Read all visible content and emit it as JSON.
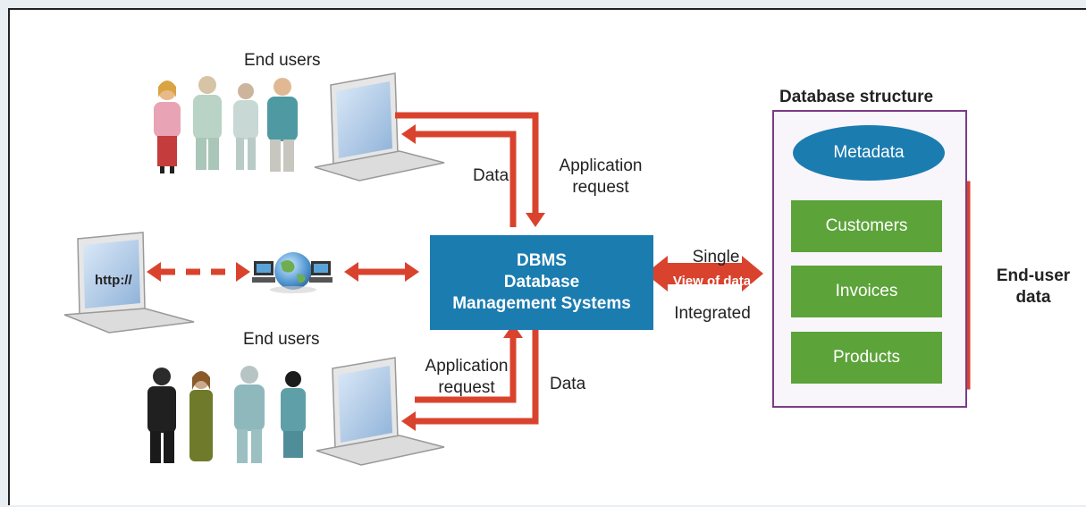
{
  "end_users_top": "End users",
  "end_users_middle": "End users",
  "top_link": {
    "data": "Data",
    "request_line1": "Application",
    "request_line2": "request"
  },
  "bottom_link": {
    "data": "Data",
    "request_line1": "Application",
    "request_line2": "request"
  },
  "web_client": {
    "url": "http://"
  },
  "dbms": {
    "line1": "DBMS",
    "line2": "Database",
    "line3": "Management Systems"
  },
  "view": {
    "top": "Single",
    "middle": "View of data",
    "bottom": "Integrated"
  },
  "database_structure": {
    "title": "Database structure",
    "metadata": "Metadata",
    "tables": [
      "Customers",
      "Invoices",
      "Products"
    ],
    "bracket_label_line1": "End-user",
    "bracket_label_line2": "data"
  },
  "colors": {
    "arrow": "#d9432e",
    "dbms": "#1b7cb0",
    "table": "#5ca33a",
    "frame": "#7a3b86"
  },
  "icons": [
    "person-icon",
    "laptop-icon",
    "globe-icon",
    "server-icon"
  ]
}
